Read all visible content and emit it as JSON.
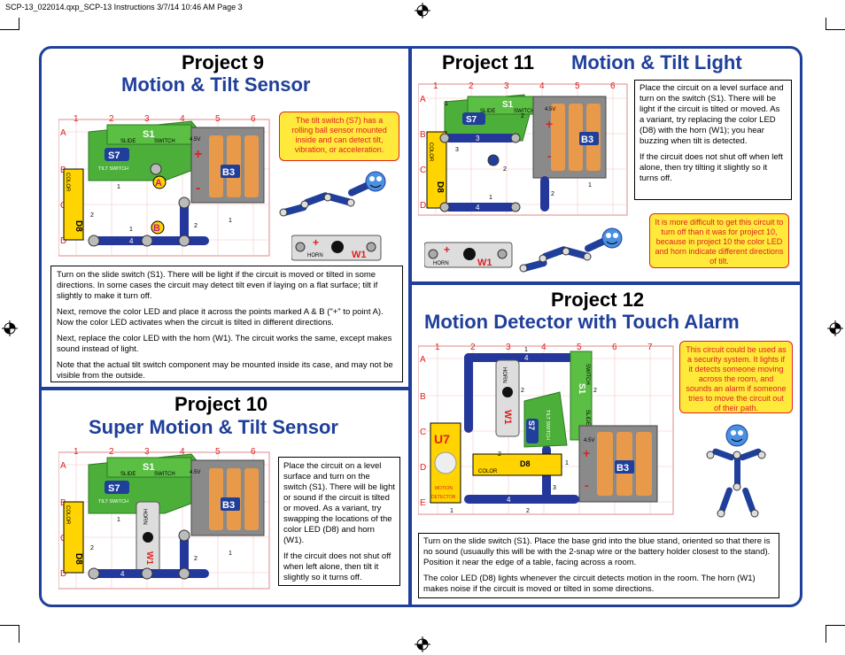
{
  "header": "SCP-13_022014.qxp_SCP-13 Instructions  3/7/14  10:46 AM  Page 3",
  "p9": {
    "title_a": "Project 9",
    "title_b": "Motion & Tilt Sensor",
    "callout": "The tilt switch (S7) has a rolling ball sensor mounted inside and can detect tilt, vibration, or acceleration.",
    "paragraphs": [
      "Turn on the slide switch (S1). There will be light if the circuit is moved or tilted in some directions. In some cases the circuit may detect tilt even if laying on a flat surface; tilt if slightly to make it turn off.",
      "Next, remove the color LED and place it across the points marked A & B (\"+\" to point A). Now the color LED activates when the circuit is tilted in different directions.",
      "Next, replace the color LED with the horn (W1). The circuit works the same, except makes sound instead of light.",
      "Note that the actual tilt switch component may be mounted inside its case, and may not be visible from the outside."
    ]
  },
  "p10": {
    "title_a": "Project 10",
    "title_b": "Super Motion & Tilt Sensor",
    "paragraphs": [
      "Place the circuit on a level surface and turn on the switch (S1). There will be light or sound if the circuit is tilted or moved. As a variant, try swapping the locations of the color LED (D8) and horn (W1).",
      "If the circuit does not shut off when left alone, then tilt it slightly so it turns off."
    ]
  },
  "p11": {
    "title_a": "Project 11",
    "title_b": "Motion & Tilt Light",
    "paragraphs": [
      "Place the circuit on a level surface and turn on the switch (S1). There will be light if the circuit is tilted or moved. As a variant, try replacing the color LED (D8) with the horn (W1); you hear buzzing when tilt is detected.",
      "If the circuit does not shut off when left alone, then try tilting it slightly so it turns off."
    ],
    "callout": "It is more difficult to get this circuit to turn off than it was for project 10, because in project 10 the color LED and horn indicate different directions of tilt."
  },
  "p12": {
    "title_a": "Project 12",
    "title_b": "Motion Detector with Touch Alarm",
    "callout": "This circuit could be used as a security system. It lights if it detects someone moving across the room, and sounds an alarm if someone tries to move the circuit out of their path.",
    "paragraphs": [
      "Turn on the slide switch (S1). Place the base grid into the blue stand, oriented so that there is no sound (usuaully this will be with the 2-snap wire or the battery holder closest to the stand). Position it near the edge of a table, facing across a room.",
      "The color LED (D8) lights whenever the circuit detects motion in the room. The horn (W1) makes noise if the circuit is moved or tilted in some directions."
    ]
  },
  "labels": {
    "cols6": [
      "1",
      "2",
      "3",
      "4",
      "5",
      "6"
    ],
    "cols7": [
      "1",
      "2",
      "3",
      "4",
      "5",
      "6",
      "7"
    ],
    "rows": [
      "A",
      "B",
      "C",
      "D"
    ],
    "rows5": [
      "A",
      "B",
      "C",
      "D",
      "E"
    ],
    "s1": "S1",
    "s7": "S7",
    "b3": "B3",
    "d8": "D8",
    "w1": "W1",
    "u7": "U7",
    "slide": "SLIDE",
    "switch": "SWITCH",
    "tilt": "TILT SWITCH",
    "horn": "HORN",
    "color": "COLOR",
    "motion": "MOTION",
    "detector": "DETECTOR",
    "v45": "4.5V",
    "pointA": "A",
    "pointB": "B",
    "plus": "+",
    "minus": "-",
    "n1": "1",
    "n2": "2",
    "n3": "3",
    "n4": "4"
  }
}
